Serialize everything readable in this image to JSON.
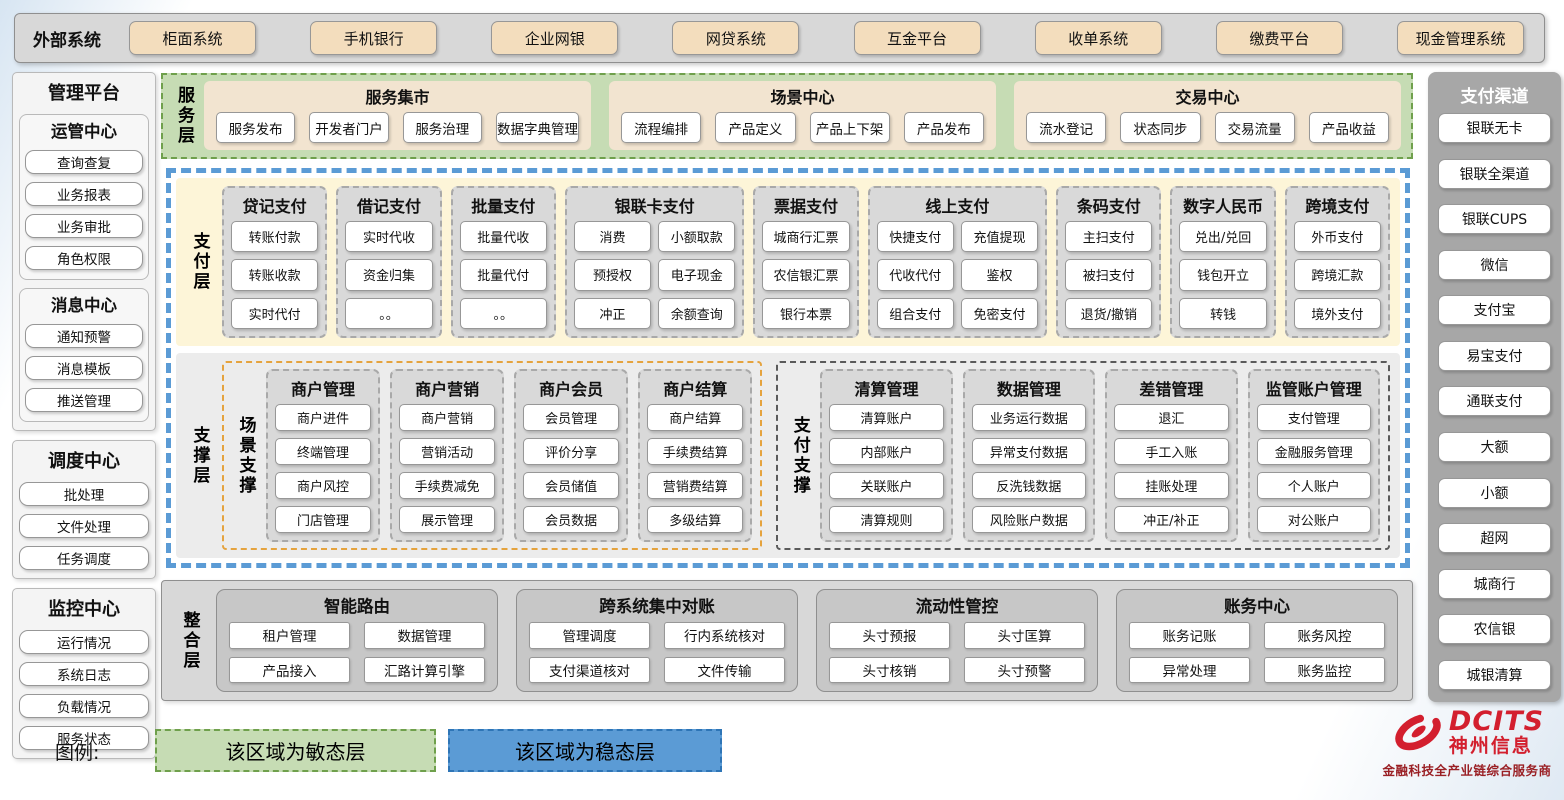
{
  "external_systems": {
    "label": "外部系统",
    "items": [
      "柜面系统",
      "手机银行",
      "企业网银",
      "网贷系统",
      "互金平台",
      "收单系统",
      "缴费平台",
      "现金管理系统"
    ]
  },
  "management": {
    "panels": [
      {
        "title": "管理平台",
        "groups": [
          {
            "title": "运管中心",
            "items": [
              "查询查复",
              "业务报表",
              "业务审批",
              "角色权限"
            ]
          },
          {
            "title": "消息中心",
            "items": [
              "通知预警",
              "消息模板",
              "推送管理"
            ]
          }
        ]
      },
      {
        "title": "调度中心",
        "items": [
          "批处理",
          "文件处理",
          "任务调度"
        ]
      },
      {
        "title": "监控中心",
        "items": [
          "运行情况",
          "系统日志",
          "负载情况",
          "服务状态"
        ]
      }
    ]
  },
  "service_layer": {
    "label": "服务层",
    "groups": [
      {
        "title": "服务集市",
        "items": [
          "服务发布",
          "开发者门户",
          "服务治理",
          "数据字典管理"
        ]
      },
      {
        "title": "场景中心",
        "items": [
          "流程编排",
          "产品定义",
          "产品上下架",
          "产品发布"
        ]
      },
      {
        "title": "交易中心",
        "items": [
          "流水登记",
          "状态同步",
          "交易流量",
          "产品收益"
        ]
      }
    ]
  },
  "payment_layer": {
    "label": "支付层",
    "columns": [
      {
        "title": "贷记支付",
        "cols": 1,
        "items": [
          "转账付款",
          "转账收款",
          "实时代付"
        ]
      },
      {
        "title": "借记支付",
        "cols": 1,
        "items": [
          "实时代收",
          "资金归集",
          "。。"
        ]
      },
      {
        "title": "批量支付",
        "cols": 1,
        "items": [
          "批量代收",
          "批量代付",
          "。。"
        ]
      },
      {
        "title": "银联卡支付",
        "cols": 2,
        "items": [
          "消费",
          "小额取款",
          "预授权",
          "电子现金",
          "冲正",
          "余额查询"
        ]
      },
      {
        "title": "票据支付",
        "cols": 1,
        "items": [
          "城商行汇票",
          "农信银汇票",
          "银行本票"
        ]
      },
      {
        "title": "线上支付",
        "cols": 2,
        "items": [
          "快捷支付",
          "充值提现",
          "代收代付",
          "鉴权",
          "组合支付",
          "免密支付"
        ]
      },
      {
        "title": "条码支付",
        "cols": 1,
        "items": [
          "主扫支付",
          "被扫支付",
          "退货/撤销"
        ]
      },
      {
        "title": "数字人民币",
        "cols": 1,
        "items": [
          "兑出/兑回",
          "钱包开立",
          "转钱"
        ]
      },
      {
        "title": "跨境支付",
        "cols": 1,
        "items": [
          "外币支付",
          "跨境汇款",
          "境外支付"
        ]
      }
    ]
  },
  "support_layer": {
    "label": "支撑层",
    "sections": [
      {
        "label": "场景支撑",
        "style": "orange",
        "columns": [
          {
            "title": "商户管理",
            "items": [
              "商户进件",
              "终端管理",
              "商户风控",
              "门店管理"
            ]
          },
          {
            "title": "商户营销",
            "items": [
              "商户营销",
              "营销活动",
              "手续费减免",
              "展示管理"
            ]
          },
          {
            "title": "商户会员",
            "items": [
              "会员管理",
              "评价分享",
              "会员储值",
              "会员数据"
            ]
          },
          {
            "title": "商户结算",
            "items": [
              "商户结算",
              "手续费结算",
              "营销费结算",
              "多级结算"
            ]
          }
        ]
      },
      {
        "label": "支付支撑",
        "style": "dark",
        "columns": [
          {
            "title": "清算管理",
            "items": [
              "清算账户",
              "内部账户",
              "关联账户",
              "清算规则"
            ]
          },
          {
            "title": "数据管理",
            "items": [
              "业务运行数据",
              "异常支付数据",
              "反洗钱数据",
              "风险账户数据"
            ]
          },
          {
            "title": "差错管理",
            "items": [
              "退汇",
              "手工入账",
              "挂账处理",
              "冲正/补正"
            ]
          },
          {
            "title": "监管账户管理",
            "items": [
              "支付管理",
              "金融服务管理",
              "个人账户",
              "对公账户"
            ]
          }
        ]
      }
    ]
  },
  "integration_layer": {
    "label": "整合层",
    "groups": [
      {
        "title": "智能路由",
        "items": [
          "租户管理",
          "数据管理",
          "产品接入",
          "汇路计算引擎"
        ]
      },
      {
        "title": "跨系统集中对账",
        "items": [
          "管理调度",
          "行内系统核对",
          "支付渠道核对",
          "文件传输"
        ]
      },
      {
        "title": "流动性管控",
        "items": [
          "头寸预报",
          "头寸匡算",
          "头寸核销",
          "头寸预警"
        ]
      },
      {
        "title": "账务中心",
        "items": [
          "账务记账",
          "账务风控",
          "异常处理",
          "账务监控"
        ]
      }
    ]
  },
  "channels": {
    "title": "支付渠道",
    "items": [
      "银联无卡",
      "银联全渠道",
      "银联CUPS",
      "微信",
      "支付宝",
      "易宝支付",
      "通联支付",
      "大额",
      "小额",
      "超网",
      "城商行",
      "农信银",
      "城银清算"
    ]
  },
  "legend": {
    "label": "图例:",
    "items": [
      {
        "text": "该区域为敏态层",
        "style": "agile"
      },
      {
        "text": "该区域为稳态层",
        "style": "stable"
      }
    ]
  },
  "logo": {
    "brand": "DCITS",
    "name": "神州信息",
    "tagline": "金融科技全产业链综合服务商"
  },
  "colors": {
    "tan": "#f3ddbd",
    "agile_green_bg": "#c6dcb4",
    "agile_green_border": "#6fa04c",
    "stable_blue": "#5b9bd5",
    "stable_blue_border": "#2e75b6",
    "payment_cream": "#fdf5d8",
    "column_gray": "#d9d9d9",
    "scene_orange_border": "#e5a33e",
    "pay_support_border": "#5a5a5a",
    "channel_panel_gray": "#a7a7a7",
    "logo_red": "#d31f2e",
    "logo_dark_red": "#9a2025"
  }
}
